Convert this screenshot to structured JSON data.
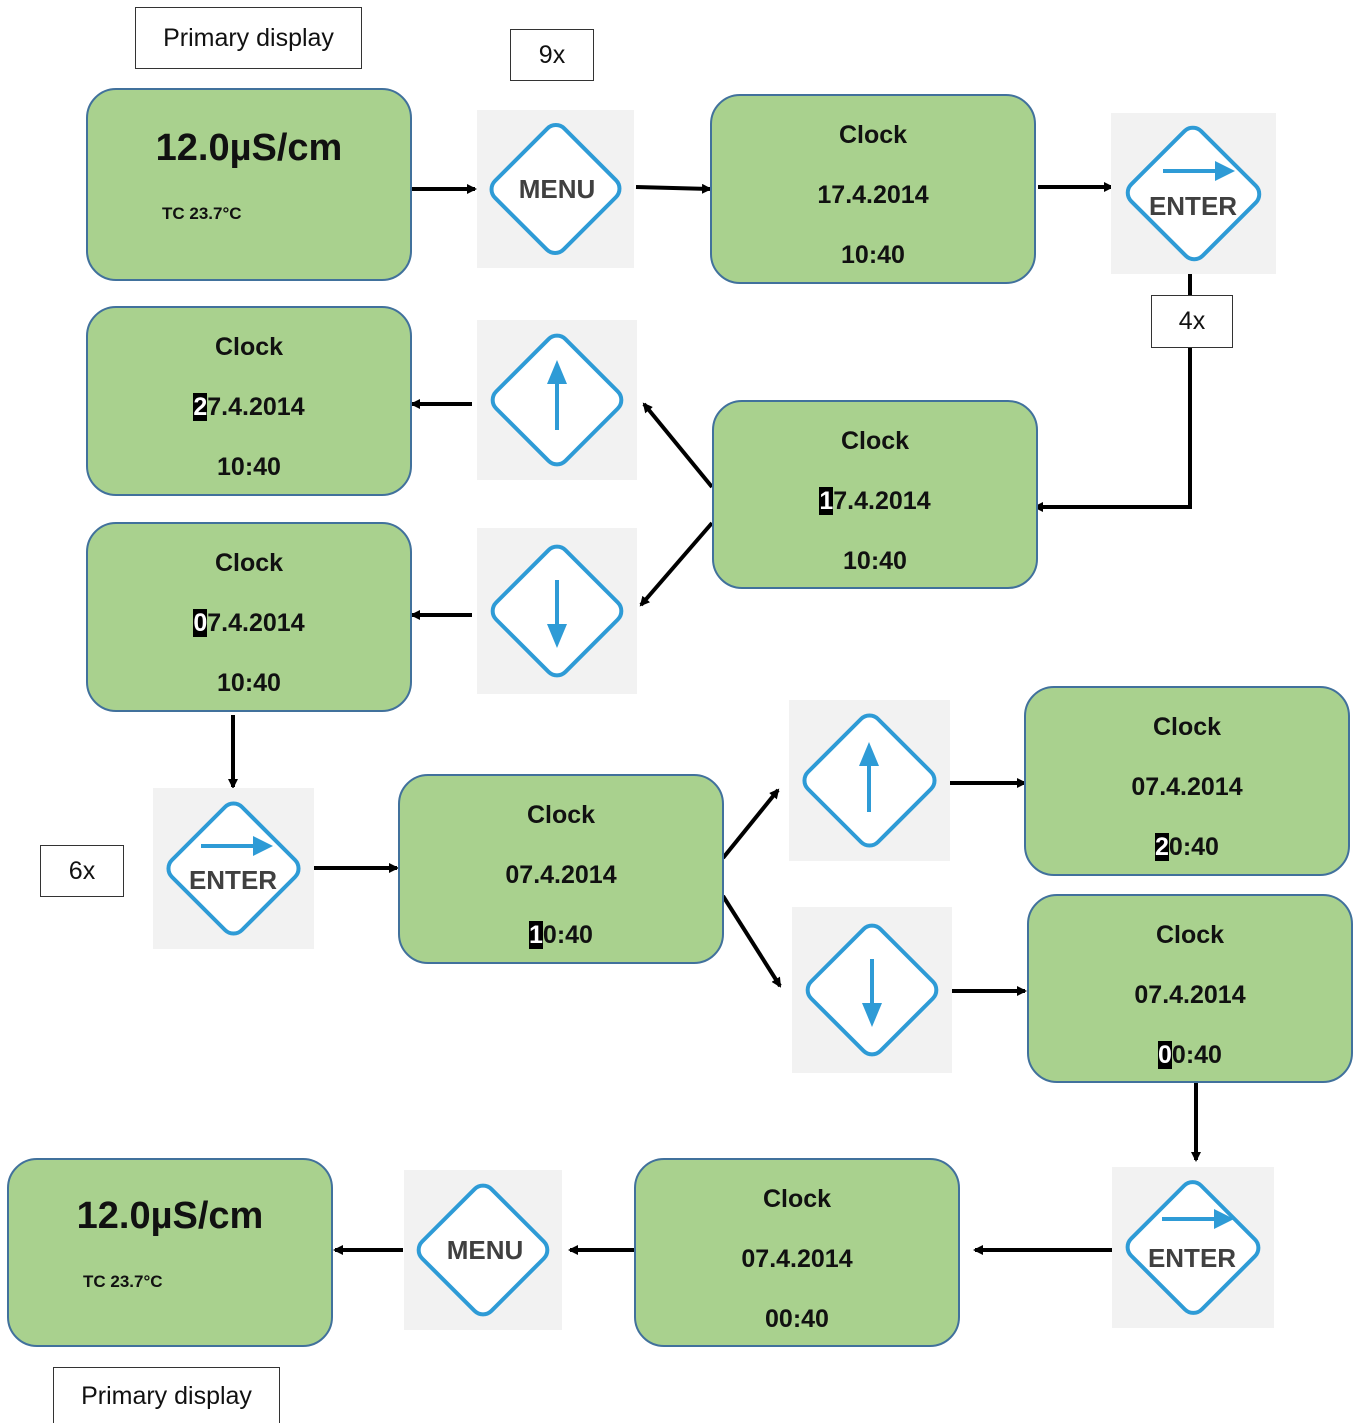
{
  "labels": {
    "primary_top": "Primary display",
    "nine_x": "9x",
    "four_x": "4x",
    "six_x": "6x",
    "primary_bottom": "Primary display"
  },
  "primary": {
    "value": "12.0µS/cm",
    "temp": "TC  23.7°C"
  },
  "clock_title": "Clock",
  "screens": {
    "s1": {
      "date": "17.4.2014",
      "time": "10:40"
    },
    "s2": {
      "date_hl": "1",
      "date_rest": "7.4.2014",
      "time": "10:40"
    },
    "s3": {
      "date_hl": "2",
      "date_rest": "7.4.2014",
      "time": "10:40"
    },
    "s4": {
      "date_hl": "0",
      "date_rest": "7.4.2014",
      "time": "10:40"
    },
    "s5": {
      "date": "07.4.2014",
      "time_hl": "1",
      "time_rest": "0:40"
    },
    "s6": {
      "date": "07.4.2014",
      "time_hl": "2",
      "time_rest": "0:40"
    },
    "s7": {
      "date": "07.4.2014",
      "time_hl": "0",
      "time_rest": "0:40"
    },
    "s8": {
      "date": "07.4.2014",
      "time": "00:40"
    }
  },
  "buttons": {
    "menu": "MENU",
    "enter": "ENTER"
  },
  "colors": {
    "screen_fill": "#a9d18e",
    "screen_border": "#41719c",
    "button_outline": "#2e9bd6",
    "arrow": "#000000"
  },
  "icons": [
    "menu-button-icon",
    "enter-button-icon",
    "up-arrow-icon",
    "down-arrow-icon"
  ]
}
